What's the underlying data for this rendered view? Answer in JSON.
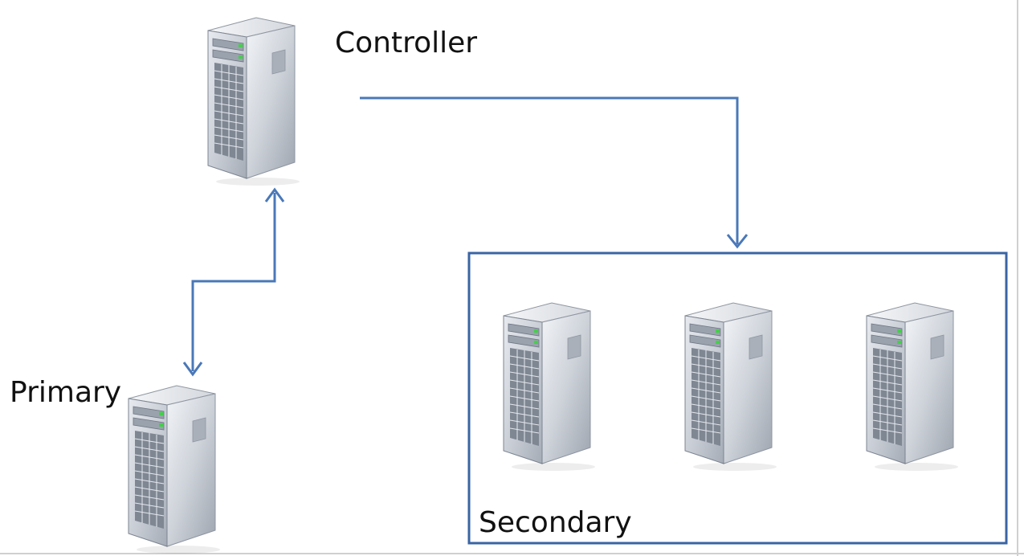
{
  "diagram": {
    "nodes": {
      "controller": {
        "label": "Controller",
        "icon": "server-tower-icon"
      },
      "primary": {
        "label": "Primary",
        "icon": "server-tower-icon"
      },
      "secondary_group": {
        "label": "Secondary",
        "members": [
          {
            "icon": "server-tower-icon"
          },
          {
            "icon": "server-tower-icon"
          },
          {
            "icon": "server-tower-icon"
          }
        ]
      }
    },
    "edges": [
      {
        "from": "controller",
        "to": "secondary_group",
        "direction": "one-way"
      },
      {
        "from": "primary",
        "to": "controller",
        "direction": "two-way"
      }
    ]
  },
  "colors": {
    "connector": "#4a78b8",
    "group_border": "#3a64a4",
    "server_face": "#c9ced6",
    "server_side": "#9aa1ab",
    "status_led": "#44d04a"
  }
}
